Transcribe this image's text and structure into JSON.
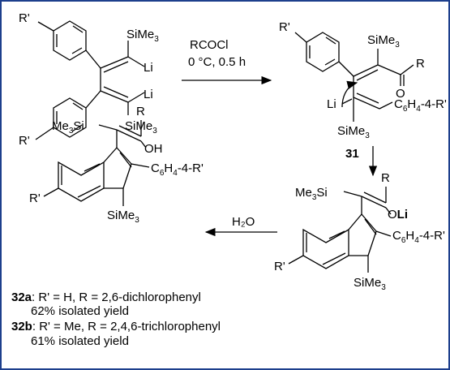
{
  "reagents": {
    "step1_line1": "RCOCl",
    "step1_line2": "0 °C, 0.5 h",
    "step2": "H₂O"
  },
  "labels": {
    "r_prime": "R'",
    "r": "R",
    "sime3": "SiMe",
    "me3si": "Me",
    "si": "Si",
    "sub3": "3",
    "li": "Li",
    "oli_o": "O",
    "oli_li": "Li",
    "oh": "OH",
    "o": "O",
    "aryl_c": "C",
    "aryl_6": "6",
    "aryl_h": "H",
    "aryl_4": "4",
    "aryl_rest": "-4-R'",
    "compound_31": "31"
  },
  "captions": [
    {
      "id": "32a",
      "desc": ": R' = H, R = 2,6-dichlorophenyl",
      "yield": "62% isolated yield"
    },
    {
      "id": "32b",
      "desc": ": R' = Me, R = 2,4,6-trichlorophenyl",
      "yield": "61% isolated yield"
    }
  ]
}
